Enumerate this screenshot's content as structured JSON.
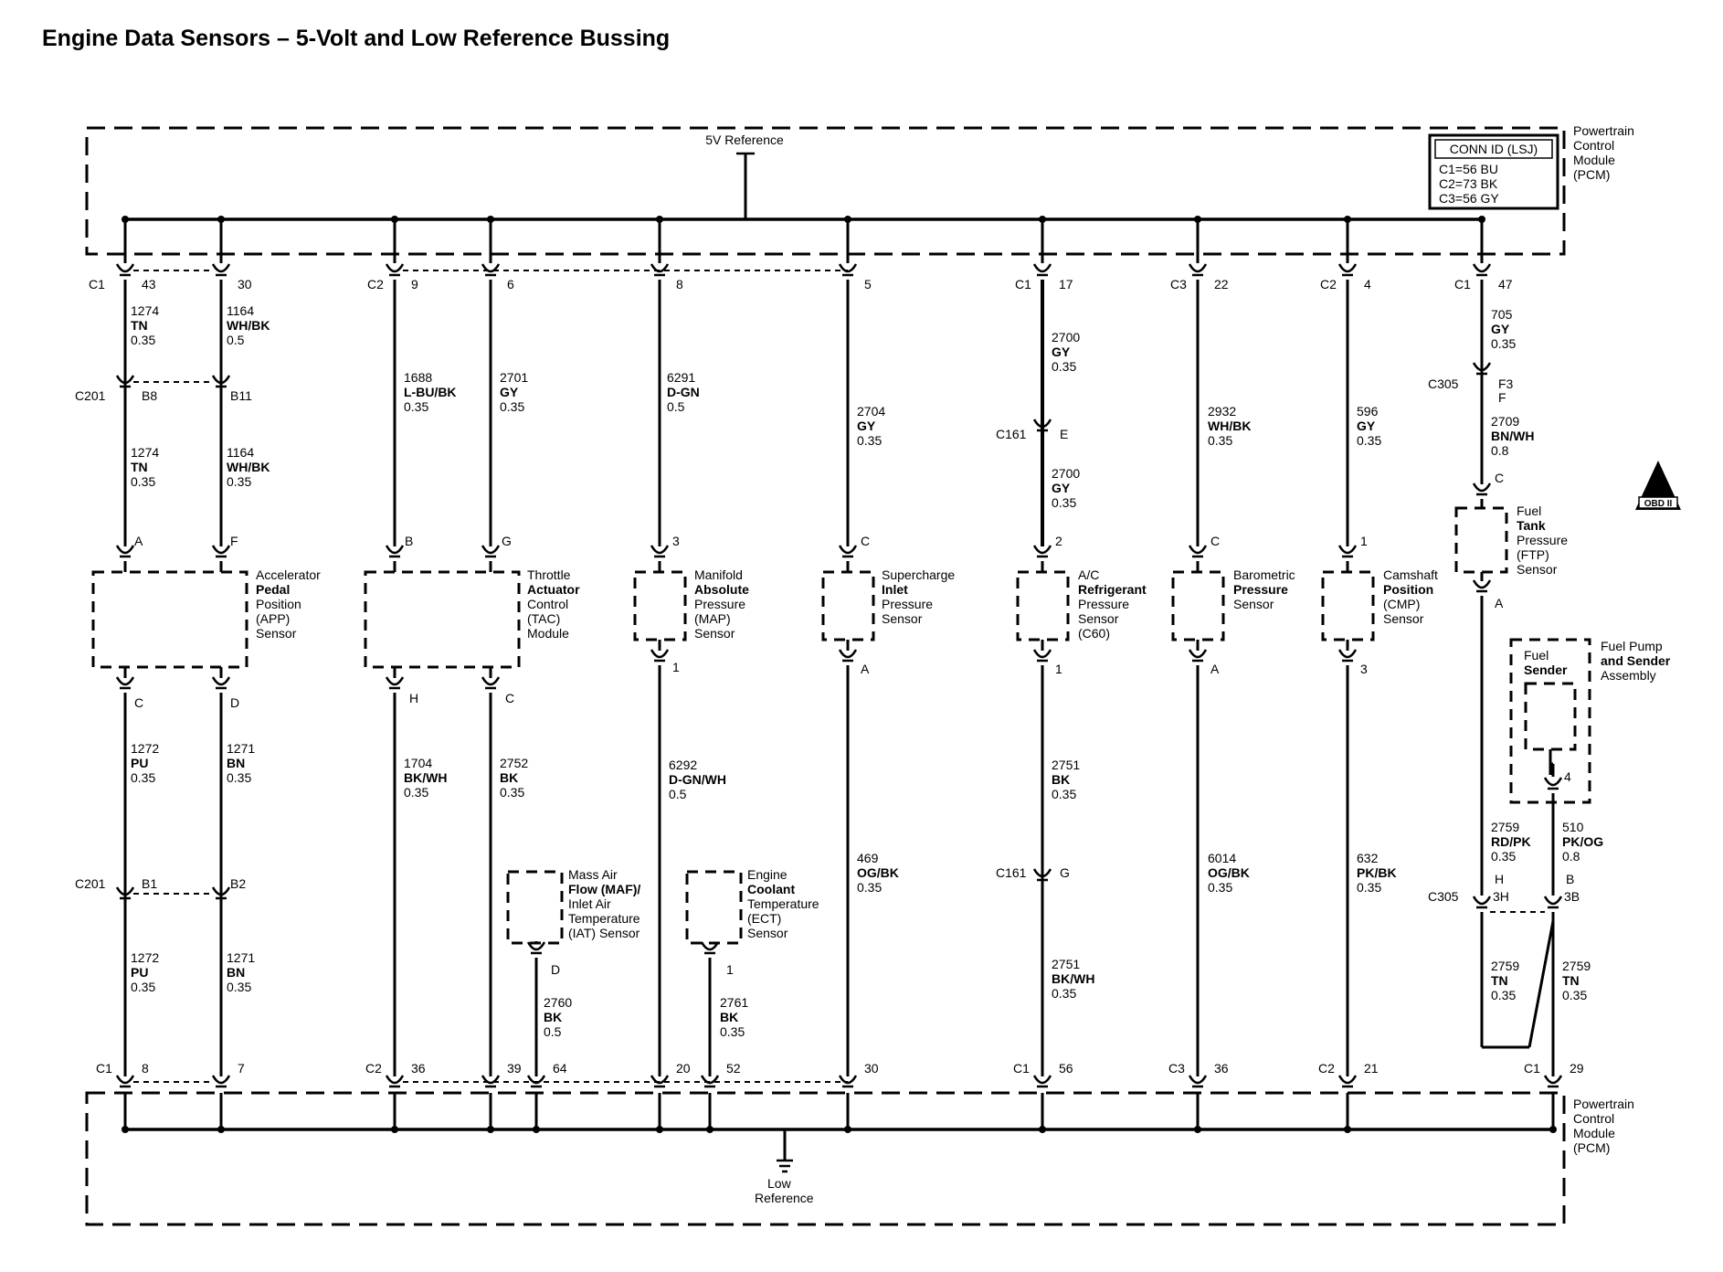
{
  "title": "Engine Data Sensors – 5-Volt and Low Reference Bussing",
  "pcm": {
    "top_name": [
      "Powertrain",
      "Control",
      "Module",
      "(PCM)"
    ],
    "bottom_name": [
      "Powertrain",
      "Control",
      "Module",
      "(PCM)"
    ],
    "conn_id": {
      "header": "CONN ID (LSJ)",
      "lines": [
        "C1=56 BU",
        "C2=73 BK",
        "C3=56 GY"
      ]
    },
    "five_volt_ref": "5V Reference",
    "low_ref": [
      "Low",
      "Reference"
    ]
  },
  "obd_badge": {
    "numeral": "II",
    "label": "OBD II"
  },
  "connectors_top": [
    {
      "id": "c1_43",
      "name": "C1",
      "pin": "43"
    },
    {
      "id": "c1_30",
      "name": "",
      "pin": "30"
    },
    {
      "id": "c2_9",
      "name": "C2",
      "pin": "9"
    },
    {
      "id": "c2_6",
      "name": "",
      "pin": "6"
    },
    {
      "id": "c2_8",
      "name": "",
      "pin": "8"
    },
    {
      "id": "c2_5",
      "name": "",
      "pin": "5"
    },
    {
      "id": "c1_17",
      "name": "C1",
      "pin": "17"
    },
    {
      "id": "c3_22",
      "name": "C3",
      "pin": "22"
    },
    {
      "id": "c2_4",
      "name": "C2",
      "pin": "4"
    },
    {
      "id": "c1_47",
      "name": "C1",
      "pin": "47"
    }
  ],
  "connectors_bottom": [
    {
      "id": "c1_8",
      "name": "C1",
      "pin": "8"
    },
    {
      "id": "c1_7",
      "name": "",
      "pin": "7"
    },
    {
      "id": "c2_36",
      "name": "C2",
      "pin": "36"
    },
    {
      "id": "c2_39",
      "name": "",
      "pin": "39"
    },
    {
      "id": "c2_64",
      "name": "",
      "pin": "64"
    },
    {
      "id": "c2_20",
      "name": "",
      "pin": "20"
    },
    {
      "id": "c2_52",
      "name": "",
      "pin": "52"
    },
    {
      "id": "c2_30",
      "name": "",
      "pin": "30"
    },
    {
      "id": "c1_56",
      "name": "C1",
      "pin": "56"
    },
    {
      "id": "c3_36",
      "name": "C3",
      "pin": "36"
    },
    {
      "id": "c2_21",
      "name": "C2",
      "pin": "21"
    },
    {
      "id": "c1_29",
      "name": "C1",
      "pin": "29"
    }
  ],
  "inline_connectors": [
    {
      "id": "c201_top",
      "name": "C201",
      "pins": [
        "B8",
        "B11"
      ]
    },
    {
      "id": "c201_bot",
      "name": "C201",
      "pins": [
        "B1",
        "B2"
      ]
    },
    {
      "id": "c161_top",
      "name": "C161",
      "pins": [
        "E"
      ]
    },
    {
      "id": "c161_bot",
      "name": "C161",
      "pins": [
        "G"
      ]
    },
    {
      "id": "c305_top",
      "name": "C305",
      "pins": [
        "F3",
        "F"
      ]
    },
    {
      "id": "c305_bot",
      "name": "C305",
      "pins": [
        "H",
        "3H",
        "B",
        "3B"
      ]
    }
  ],
  "wires": [
    {
      "id": "w1",
      "lines": [
        "1274",
        "TN",
        "0.35"
      ]
    },
    {
      "id": "w2",
      "lines": [
        "1164",
        "WH/BK",
        "0.5"
      ]
    },
    {
      "id": "w3",
      "lines": [
        "1274",
        "TN",
        "0.35"
      ]
    },
    {
      "id": "w4",
      "lines": [
        "1164",
        "WH/BK",
        "0.35"
      ]
    },
    {
      "id": "w5",
      "lines": [
        "1272",
        "PU",
        "0.35"
      ]
    },
    {
      "id": "w6",
      "lines": [
        "1271",
        "BN",
        "0.35"
      ]
    },
    {
      "id": "w7",
      "lines": [
        "1272",
        "PU",
        "0.35"
      ]
    },
    {
      "id": "w8",
      "lines": [
        "1271",
        "BN",
        "0.35"
      ]
    },
    {
      "id": "w9",
      "lines": [
        "1688",
        "L-BU/BK",
        "0.35"
      ]
    },
    {
      "id": "w10",
      "lines": [
        "2701",
        "GY",
        "0.35"
      ]
    },
    {
      "id": "w11",
      "lines": [
        "1704",
        "BK/WH",
        "0.35"
      ]
    },
    {
      "id": "w12",
      "lines": [
        "2752",
        "BK",
        "0.35"
      ]
    },
    {
      "id": "w13",
      "lines": [
        "6291",
        "D-GN",
        "0.5"
      ]
    },
    {
      "id": "w14",
      "lines": [
        "6292",
        "D-GN/WH",
        "0.5"
      ]
    },
    {
      "id": "w15",
      "lines": [
        "2760",
        "BK",
        "0.5"
      ]
    },
    {
      "id": "w16",
      "lines": [
        "2761",
        "BK",
        "0.35"
      ]
    },
    {
      "id": "w17",
      "lines": [
        "2704",
        "GY",
        "0.35"
      ]
    },
    {
      "id": "w18",
      "lines": [
        "469",
        "OG/BK",
        "0.35"
      ]
    },
    {
      "id": "w19",
      "lines": [
        "2700",
        "GY",
        "0.35"
      ]
    },
    {
      "id": "w20",
      "lines": [
        "2700",
        "GY",
        "0.35"
      ]
    },
    {
      "id": "w21",
      "lines": [
        "2751",
        "BK",
        "0.35"
      ]
    },
    {
      "id": "w22",
      "lines": [
        "2751",
        "BK/WH",
        "0.35"
      ]
    },
    {
      "id": "w23",
      "lines": [
        "2932",
        "WH/BK",
        "0.35"
      ]
    },
    {
      "id": "w24",
      "lines": [
        "6014",
        "OG/BK",
        "0.35"
      ]
    },
    {
      "id": "w25",
      "lines": [
        "596",
        "GY",
        "0.35"
      ]
    },
    {
      "id": "w26",
      "lines": [
        "632",
        "PK/BK",
        "0.35"
      ]
    },
    {
      "id": "w27",
      "lines": [
        "705",
        "GY",
        "0.35"
      ]
    },
    {
      "id": "w28",
      "lines": [
        "2709",
        "BN/WH",
        "0.8"
      ]
    },
    {
      "id": "w29",
      "lines": [
        "2759",
        "RD/PK",
        "0.35"
      ]
    },
    {
      "id": "w30",
      "lines": [
        "510",
        "PK/OG",
        "0.8"
      ]
    },
    {
      "id": "w31",
      "lines": [
        "2759",
        "TN",
        "0.35"
      ]
    },
    {
      "id": "w32",
      "lines": [
        "2759",
        "TN",
        "0.35"
      ]
    }
  ],
  "components": [
    {
      "id": "app",
      "lines": [
        "Accelerator",
        "Pedal",
        "Position",
        "(APP)",
        "Sensor"
      ],
      "pins": [
        "A",
        "F",
        "C",
        "D"
      ]
    },
    {
      "id": "tac",
      "lines": [
        "Throttle",
        "Actuator",
        "Control",
        "(TAC)",
        "Module"
      ],
      "pins": [
        "B",
        "G",
        "H",
        "C"
      ]
    },
    {
      "id": "map",
      "lines": [
        "Manifold",
        "Absolute",
        "Pressure",
        "(MAP)",
        "Sensor"
      ],
      "pins": [
        "3",
        "1"
      ]
    },
    {
      "id": "scip",
      "lines": [
        "Supercharge",
        "Inlet",
        "Pressure",
        "Sensor"
      ],
      "pins": [
        "C",
        "A"
      ]
    },
    {
      "id": "acrp",
      "lines": [
        "A/C",
        "Refrigerant",
        "Pressure",
        "Sensor",
        "(C60)"
      ],
      "pins": [
        "2",
        "1"
      ]
    },
    {
      "id": "baro",
      "lines": [
        "Barometric",
        "Pressure",
        "Sensor"
      ],
      "pins": [
        "C",
        "A"
      ]
    },
    {
      "id": "cmp",
      "lines": [
        "Camshaft",
        "Position",
        "(CMP)",
        "Sensor"
      ],
      "pins": [
        "1",
        "3"
      ]
    },
    {
      "id": "ftp",
      "lines": [
        "Fuel",
        "Tank",
        "Pressure",
        "(FTP)",
        "Sensor"
      ],
      "pins": [
        "C",
        "A"
      ]
    },
    {
      "id": "maf",
      "lines": [
        "Mass Air",
        "Flow (MAF)/",
        "Inlet Air",
        "Temperature",
        "(IAT) Sensor"
      ],
      "pins": [
        "D"
      ]
    },
    {
      "id": "ect",
      "lines": [
        "Engine",
        "Coolant",
        "Temperature",
        "(ECT)",
        "Sensor"
      ],
      "pins": [
        "1"
      ]
    },
    {
      "id": "fuel_sender",
      "lines": [
        "Fuel",
        "Sender"
      ],
      "pins": [
        "4"
      ]
    },
    {
      "id": "fuel_pump",
      "lines": [
        "Fuel Pump",
        "and Sender",
        "Assembly"
      ],
      "pins": []
    }
  ]
}
